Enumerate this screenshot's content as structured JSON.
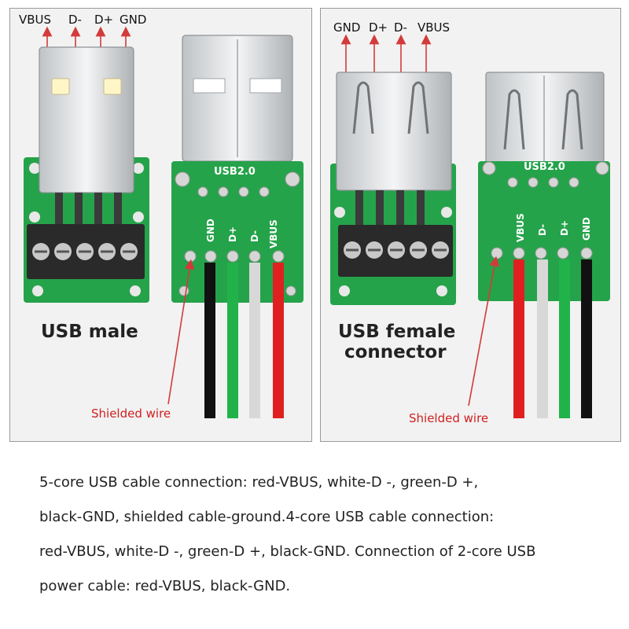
{
  "male": {
    "pins_top": [
      "VBUS",
      "D-",
      "D+",
      "GND"
    ],
    "board_silk": "USB2.0",
    "board_pins": [
      "GND",
      "D+",
      "D-",
      "VBUS"
    ],
    "title": "USB male",
    "shield_label": "Shielded wire"
  },
  "female": {
    "pins_top": [
      "GND",
      "D+",
      "D-",
      "VBUS"
    ],
    "board_silk": "USB2.0",
    "board_pins": [
      "VBUS",
      "D-",
      "D+",
      "GND"
    ],
    "title_line1": "USB female",
    "title_line2": "connector",
    "shield_label": "Shielded wire"
  },
  "colors": {
    "pcb": "#25a34a",
    "vbus": "#e02020",
    "d_minus": "#d8d8d8",
    "d_plus": "#22b24a",
    "gnd": "#111111",
    "arrow": "#d33a3a"
  },
  "caption": {
    "line1": "5-core USB cable connection: red-VBUS, white-D -, green-D +,",
    "line2": "black-GND, shielded cable-ground.4-core USB cable connection:",
    "line3": "red-VBUS, white-D -, green-D +, black-GND. Connection of 2-core USB",
    "line4": "power cable: red-VBUS, black-GND."
  }
}
